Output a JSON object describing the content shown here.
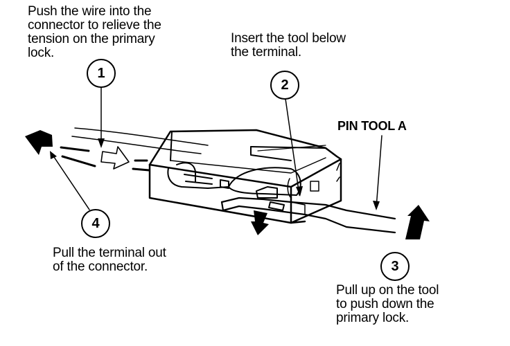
{
  "diagram": {
    "steps": [
      {
        "number": "1",
        "text": "Push the wire into the\nconnector to relieve the\ntension on the primary\nlock."
      },
      {
        "number": "2",
        "text": "Insert the tool below\nthe terminal."
      },
      {
        "number": "3",
        "text": "Pull up on the tool\nto push down the\nprimary lock."
      },
      {
        "number": "4",
        "text": "Pull the terminal out\nof the connector."
      }
    ],
    "tool_label": "PIN TOOL A",
    "colors": {
      "ink": "#000000",
      "background": "#ffffff"
    }
  }
}
